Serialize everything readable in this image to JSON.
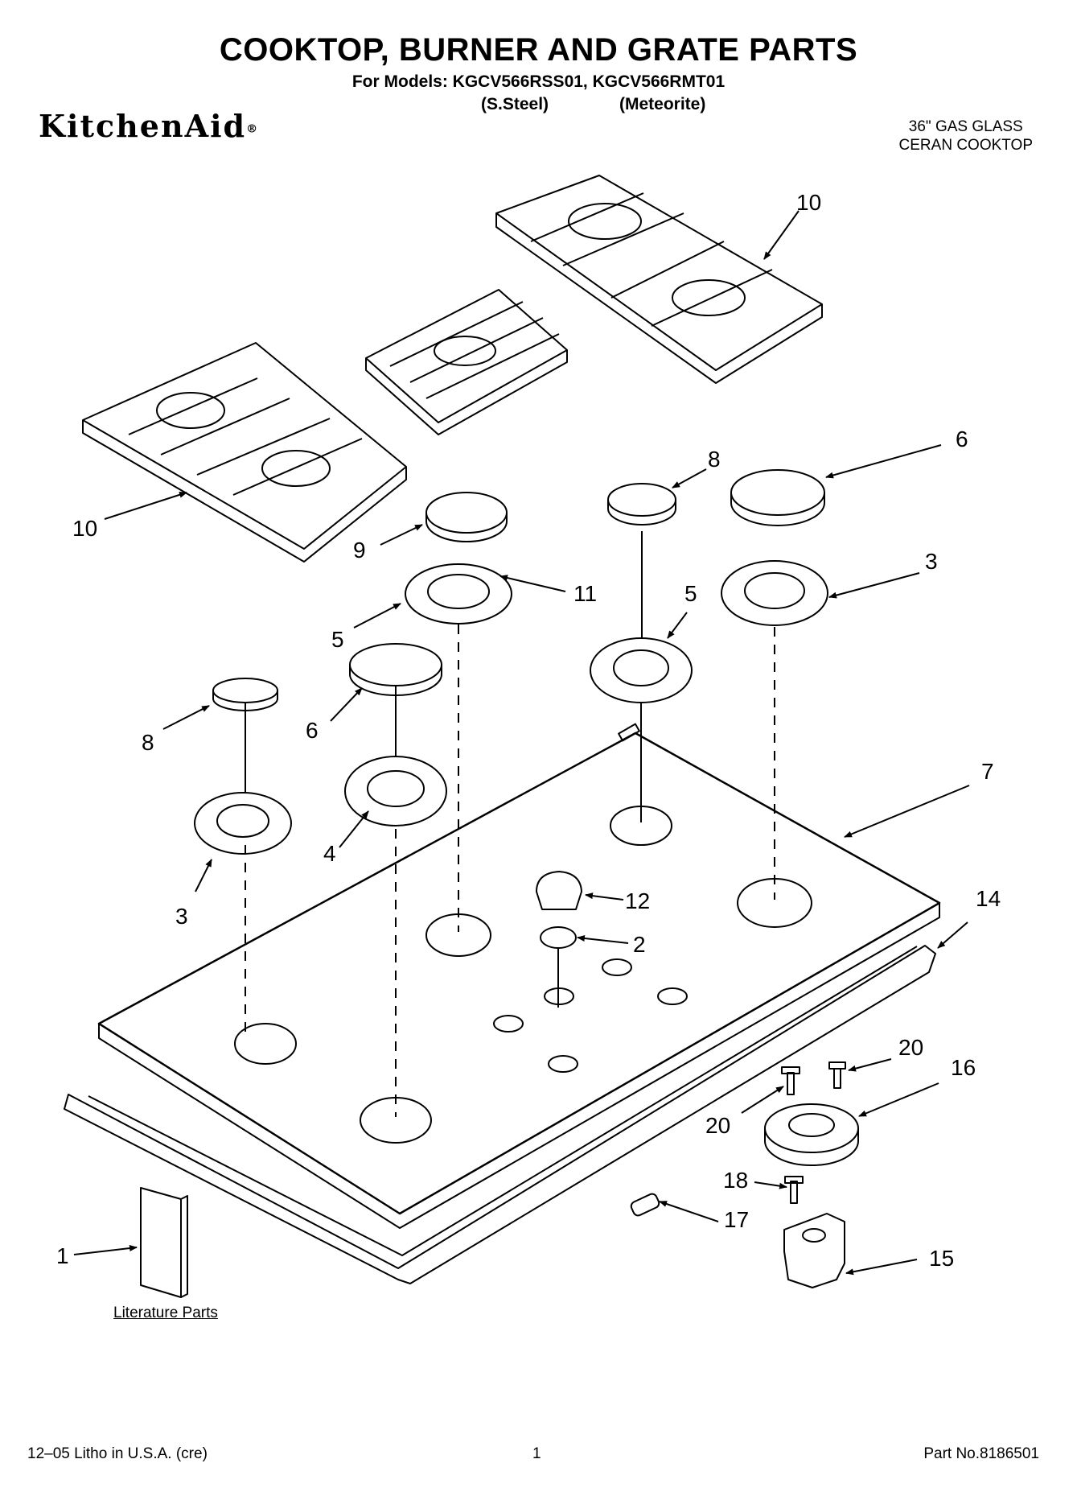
{
  "header": {
    "title": "COOKTOP, BURNER AND GRATE PARTS",
    "models": "For Models: KGCV566RSS01, KGCV566RMT01",
    "variant_1": "(S.Steel)",
    "variant_2": "(Meteorite)",
    "brand": "KitchenAid",
    "brand_mark": "®",
    "product_line_1": "36\" GAS GLASS",
    "product_line_2": "CERAN COOKTOP"
  },
  "callouts": {
    "c1": "1",
    "c2": "2",
    "c3a": "3",
    "c3b": "3",
    "c4": "4",
    "c5a": "5",
    "c5b": "5",
    "c6a": "6",
    "c6b": "6",
    "c7": "7",
    "c8a": "8",
    "c8b": "8",
    "c9": "9",
    "c10a": "10",
    "c10b": "10",
    "c11": "11",
    "c12": "12",
    "c14": "14",
    "c15": "15",
    "c16": "16",
    "c17": "17",
    "c18": "18",
    "c20a": "20",
    "c20b": "20"
  },
  "literature_label": "Literature Parts",
  "footer": {
    "litho": "12–05 Litho in U.S.A. (cre)",
    "page": "1",
    "part_no": "Part No.8186501"
  }
}
